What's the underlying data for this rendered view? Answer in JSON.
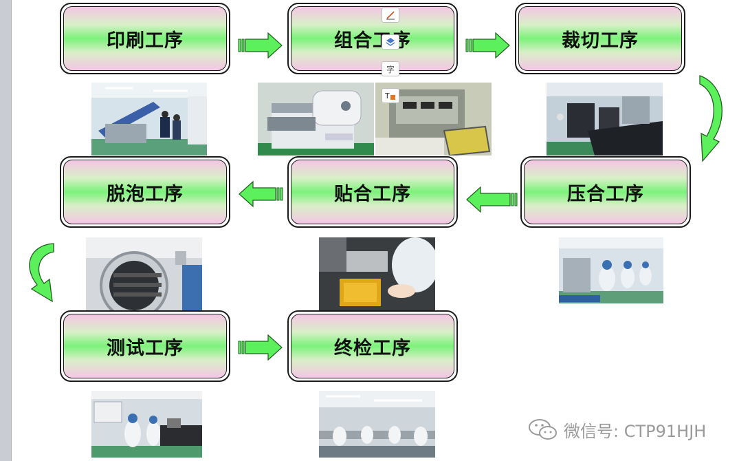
{
  "steps": [
    {
      "label": "印刷工序"
    },
    {
      "label": "组合工序"
    },
    {
      "label": "裁切工序"
    },
    {
      "label": "脱泡工序"
    },
    {
      "label": "贴合工序"
    },
    {
      "label": "压合工序"
    },
    {
      "label": "测试工序"
    },
    {
      "label": "终检工序"
    }
  ],
  "toolbar": {
    "text_tool_glyph": "字"
  },
  "watermark": {
    "text": "微信号: CTP91HJH"
  },
  "colors": {
    "box_gradient_edge": "#f4c6e4",
    "box_gradient_center": "#7cf27a",
    "arrow_fill": "#5cf05c",
    "arrow_stroke": "#1f5e1f",
    "watermark": "#9a9a9a"
  }
}
